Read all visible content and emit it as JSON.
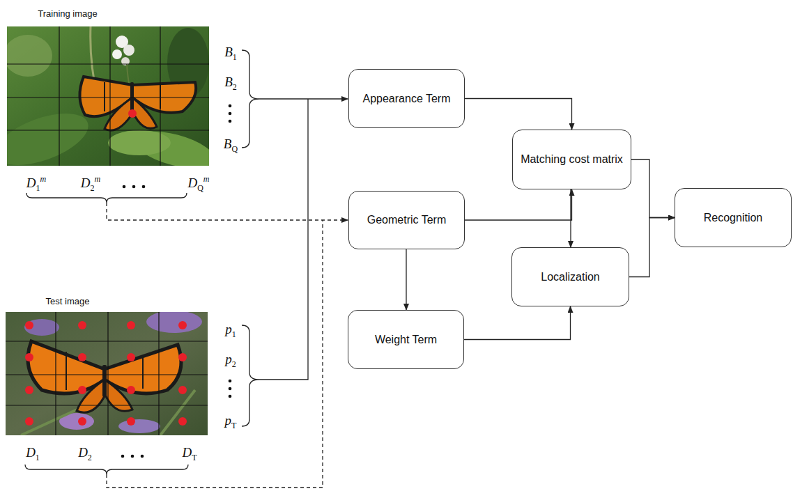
{
  "diagram": {
    "nodes": [
      {
        "text": [
          "Appearance Term"
        ]
      },
      {
        "text": [
          "Geometric Term"
        ]
      },
      {
        "text": [
          "Matching cost matrix"
        ]
      },
      {
        "text": [
          "Weight Term"
        ]
      },
      {
        "text": [
          "Localization"
        ]
      },
      {
        "text": [
          "Recognition"
        ]
      }
    ],
    "edges": [
      {
        "from": 0,
        "to": 2,
        "arrow": "to"
      },
      {
        "from": 1,
        "to": 2,
        "arrow": "to"
      },
      {
        "from": 1,
        "to": 3,
        "arrow": "to"
      },
      {
        "from": 2,
        "to": 4,
        "arrow": "to"
      },
      {
        "from": 3,
        "to": 4,
        "arrow": "to"
      },
      {
        "from": 2,
        "to": 5,
        "arrow": "to"
      },
      {
        "from": 4,
        "to": 5,
        "arrow": "to"
      }
    ],
    "labels": [
      "Training image",
      "B1",
      "B2",
      "BQ",
      "D1m",
      "D2m",
      "DQm",
      "Test image",
      "p1",
      "p2",
      "pT",
      "D1",
      "D2",
      "DT"
    ]
  }
}
